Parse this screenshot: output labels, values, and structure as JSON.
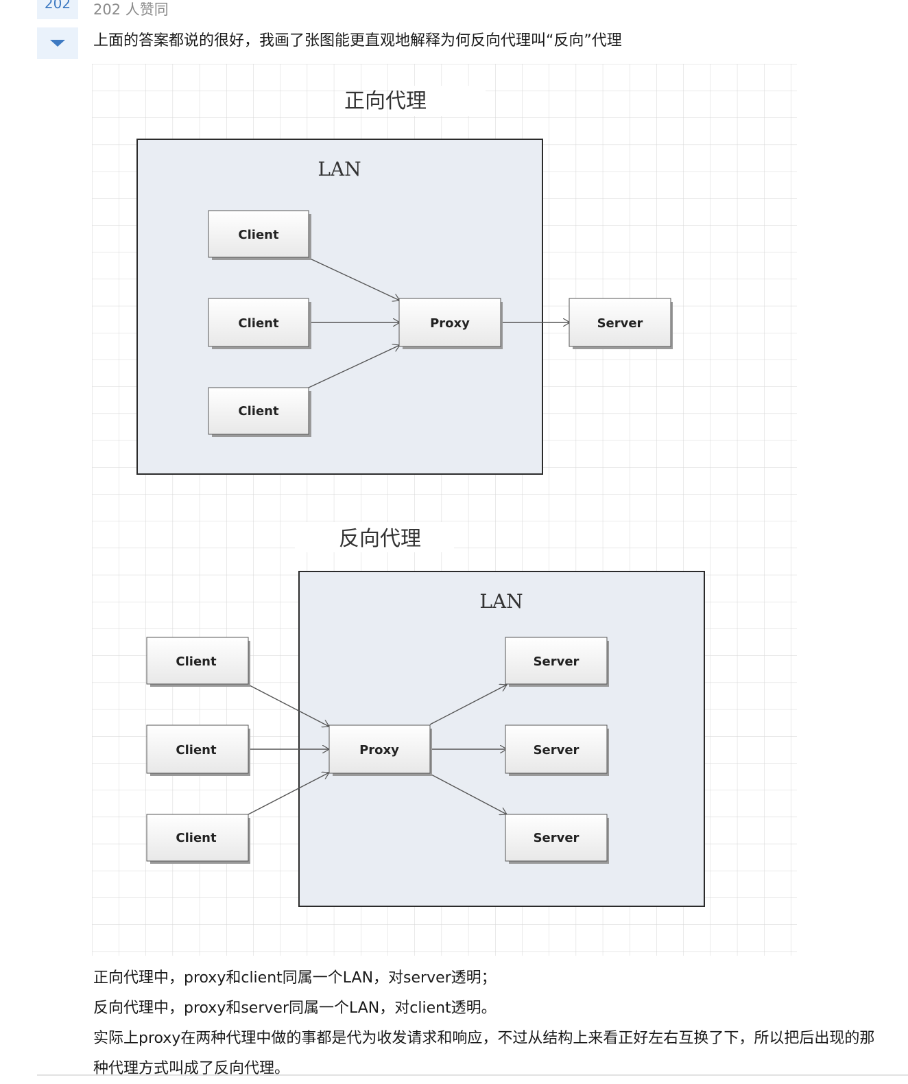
{
  "vote": {
    "count": "202",
    "count_text": "202 人赞同"
  },
  "answer": {
    "intro": "上面的答案都说的很好，我画了张图能更直观地解释为何反向代理叫“反向”代理",
    "paragraphs": [
      "正向代理中，proxy和client同属一个LAN，对server透明；",
      "反向代理中，proxy和server同属一个LAN，对client透明。",
      "实际上proxy在两种代理中做的事都是代为收发请求和响应，不过从结构上来看正好左右互换了下，所以把后出现的那种代理方式叫成了反向代理。"
    ]
  },
  "diagram": {
    "forward_title": "正向代理",
    "reverse_title": "反向代理",
    "lan_label": "LAN",
    "client_label": "Client",
    "proxy_label": "Proxy",
    "server_label": "Server"
  },
  "colors": {
    "grid": "#d6d6d6",
    "lan_fill": "#e9edf3",
    "accent": "#3e7ac2"
  },
  "icons": {
    "downvote": "triangle-down-icon"
  }
}
